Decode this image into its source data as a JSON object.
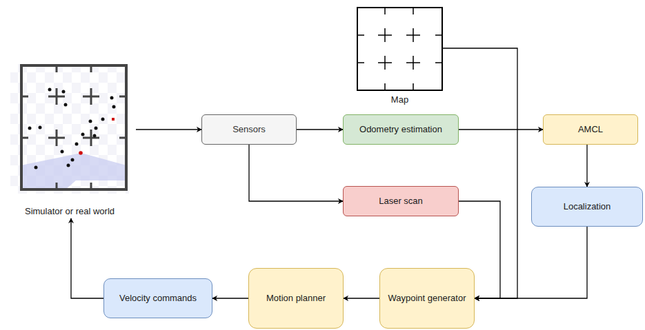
{
  "diagram": {
    "nodes": [
      {
        "text": [
          "Simulator or real world"
        ]
      },
      {
        "text": [
          "Map"
        ]
      },
      {
        "text": [
          "Sensors"
        ]
      },
      {
        "text": [
          "Odometry estimation"
        ]
      },
      {
        "text": [
          "Laser scan"
        ]
      },
      {
        "text": [
          "AMCL"
        ]
      },
      {
        "text": [
          "Localization"
        ]
      },
      {
        "text": [
          "Waypoint generator"
        ]
      },
      {
        "text": [
          "Motion planner"
        ]
      },
      {
        "text": [
          "Velocity commands"
        ]
      }
    ],
    "edges": [
      {
        "from": 0,
        "to": 2,
        "arrow": "to"
      },
      {
        "from": 2,
        "to": 3,
        "arrow": "to"
      },
      {
        "from": 2,
        "to": 4,
        "arrow": "to"
      },
      {
        "from": 3,
        "to": 5,
        "arrow": "to"
      },
      {
        "from": 1,
        "to": 7,
        "arrow": "to"
      },
      {
        "from": 4,
        "to": 7,
        "arrow": "to"
      },
      {
        "from": 5,
        "to": 6,
        "arrow": "to"
      },
      {
        "from": 6,
        "to": 7,
        "arrow": "to"
      },
      {
        "from": 7,
        "to": 8,
        "arrow": "to"
      },
      {
        "from": 8,
        "to": 9,
        "arrow": "to"
      },
      {
        "from": 9,
        "to": 0,
        "arrow": "to"
      }
    ]
  }
}
